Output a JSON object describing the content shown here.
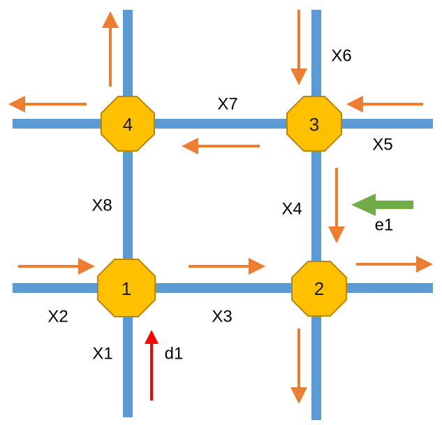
{
  "colors": {
    "road": "#5b9bd5",
    "node": "#ffc000",
    "flow_arrow": "#ed7d31",
    "external_arrow": "#70ad47",
    "demand_arrow": "#ff0000"
  },
  "nodes": [
    {
      "id": "1",
      "label": "1"
    },
    {
      "id": "2",
      "label": "2"
    },
    {
      "id": "3",
      "label": "3"
    },
    {
      "id": "4",
      "label": "4"
    }
  ],
  "links": [
    {
      "id": "X1",
      "label": "X1"
    },
    {
      "id": "X2",
      "label": "X2"
    },
    {
      "id": "X3",
      "label": "X3"
    },
    {
      "id": "X4",
      "label": "X4"
    },
    {
      "id": "X5",
      "label": "X5"
    },
    {
      "id": "X6",
      "label": "X6"
    },
    {
      "id": "X7",
      "label": "X7"
    },
    {
      "id": "X8",
      "label": "X8"
    }
  ],
  "inputs": {
    "d1": "d1",
    "e1": "e1"
  }
}
